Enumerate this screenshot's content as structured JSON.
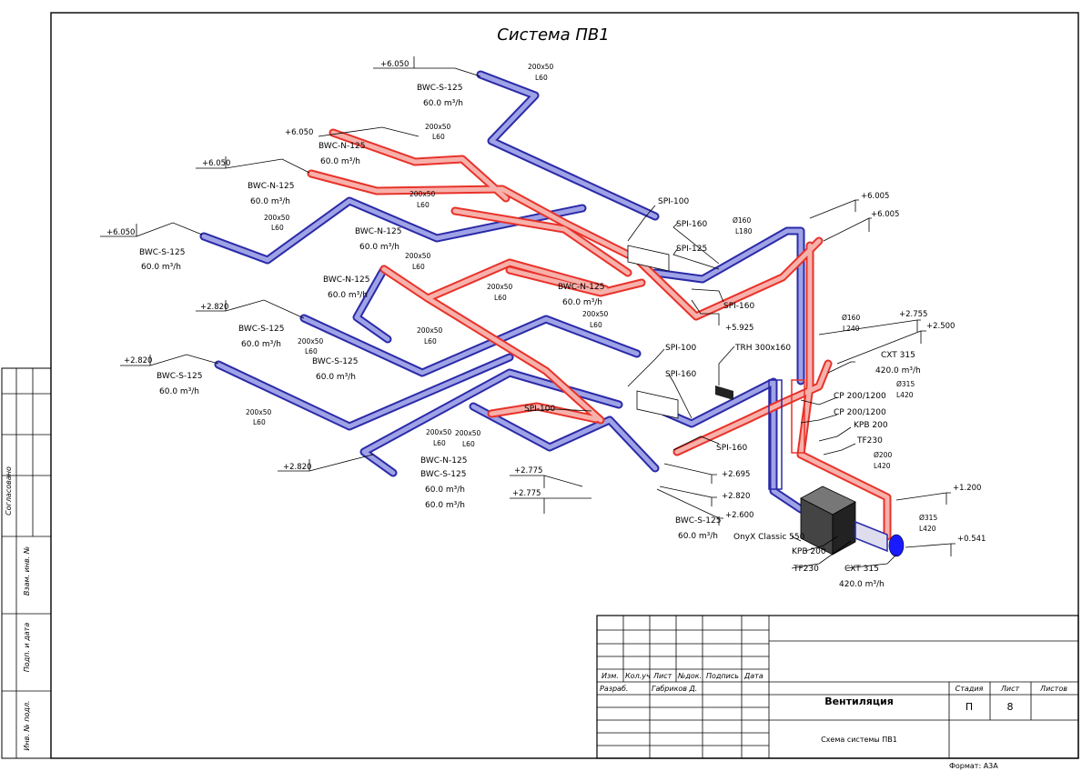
{
  "title": "Система ПВ1",
  "colors": {
    "supply": "#e8322a",
    "exhaust": "#2a2aa8",
    "ink": "#000000"
  },
  "elevations": {
    "e1": "+6.050",
    "e2": "+6.050",
    "e3": "+6.050",
    "e4": "+6.050",
    "e5": "+2.820",
    "e6": "+2.820",
    "e7": "+2.820",
    "e8": "+6.005",
    "e9": "+6.005",
    "e10": "+5.925",
    "e11": "+2.755",
    "e12": "+2.500",
    "e13": "+2.775",
    "e14": "+2.775",
    "e15": "+2.695",
    "e16": "+2.820",
    "e17": "+2.600",
    "e18": "+1.200",
    "e19": "+0.541"
  },
  "terminals": {
    "t1": {
      "name": "BWC-S-125",
      "flow": "60.0 m³/h"
    },
    "t2": {
      "name": "BWC-N-125",
      "flow": "60.0 m³/h"
    },
    "t3": {
      "name": "BWC-N-125",
      "flow": "60.0 m³/h"
    },
    "t4": {
      "name": "BWC-S-125",
      "flow": "60.0 m³/h"
    },
    "t5": {
      "name": "BWC-N-125",
      "flow": "60.0 m³/h"
    },
    "t6": {
      "name": "BWC-N-125",
      "flow": "60.0 m³/h"
    },
    "t7": {
      "name": "BWC-S-125",
      "flow": "60.0 m³/h"
    },
    "t8": {
      "name": "BWC-S-125",
      "flow": "60.0 m³/h"
    },
    "t9": {
      "name": "BWC-S-125",
      "flow": "60.0 m³/h"
    },
    "t10": {
      "name": "BWC-N-125",
      "flow": "60.0 m³/h"
    },
    "t11": {
      "name": "BWC-S-125",
      "flow": "60.0 m³/h"
    },
    "t12": {
      "name": "BWC-N-125",
      "flow": "60.0 m³/h"
    },
    "t13": {
      "name": "BWC-S-125",
      "flow": "60.0 m³/h"
    }
  },
  "ducts": {
    "d1": {
      "size": "200x50",
      "len": "L60"
    },
    "d2": {
      "size": "200x50",
      "len": "L60"
    },
    "d3": {
      "size": "200x50",
      "len": "L60"
    },
    "d4": {
      "size": "200x50",
      "len": "L60"
    },
    "d5": {
      "size": "200x50",
      "len": "L60"
    },
    "d6": {
      "size": "200x50",
      "len": "L60"
    },
    "d7": {
      "size": "200x50",
      "len": "L60"
    },
    "d8": {
      "size": "200x50",
      "len": "L60"
    },
    "d9": {
      "size": "200x50",
      "len": "L60"
    },
    "d10": {
      "size": "200x50",
      "len": "L60"
    },
    "d11": {
      "size": "200x50",
      "len": "L60"
    },
    "d12": {
      "size": "200x50",
      "len": "L60"
    },
    "r1": {
      "size": "Ø160",
      "len": "L180"
    },
    "r2": {
      "size": "Ø160",
      "len": "L240"
    },
    "r3": {
      "size": "Ø315",
      "len": "L420"
    },
    "r4": {
      "size": "Ø200",
      "len": "L420"
    },
    "r5": {
      "size": "Ø315",
      "len": "L420"
    }
  },
  "components": {
    "spi100a": "SPI-100",
    "spi160a": "SPI-160",
    "spi125": "SPI-125",
    "spi160b": "SPI-160",
    "spi100b": "SPI-100",
    "spi160c": "SPI-160",
    "spi100c": "SPI-100",
    "spi160d": "SPI-160",
    "trh": "TRH 300x160",
    "cxt1": {
      "name": "CXT 315",
      "flow": "420.0 m³/h"
    },
    "cp1": "CP 200/1200",
    "cp2": "CP 200/1200",
    "kpb1": "KPB 200",
    "tf1": "TF230",
    "onyx": "OnyX Classic 550",
    "kpb2": "KPB 200",
    "tf2": "TF230",
    "cxt2": {
      "name": "CXT 315",
      "flow": "420.0 m³/h"
    }
  },
  "side_stamp": {
    "agreed": "Согласовано",
    "inv_zam": "Взам. инв. №",
    "sign_date": "Подп. и дата",
    "inv_orig": "Инв. № подл."
  },
  "title_block": {
    "col_izm": "Изм.",
    "col_kol": "Кол.уч",
    "col_list": "Лист",
    "col_ndoc": "№док.",
    "col_sign": "Подпись",
    "col_date": "Дата",
    "razrab_label": "Разраб.",
    "razrab_name": "Габриков Д.",
    "project_name": "Вентиляция",
    "sheet_name": "Схема системы ПВ1",
    "stage_label": "Стадия",
    "stage_value": "П",
    "list_label": "Лист",
    "list_value": "8",
    "lists_label": "Листов",
    "lists_value": "",
    "format": "Формат: А3А"
  }
}
